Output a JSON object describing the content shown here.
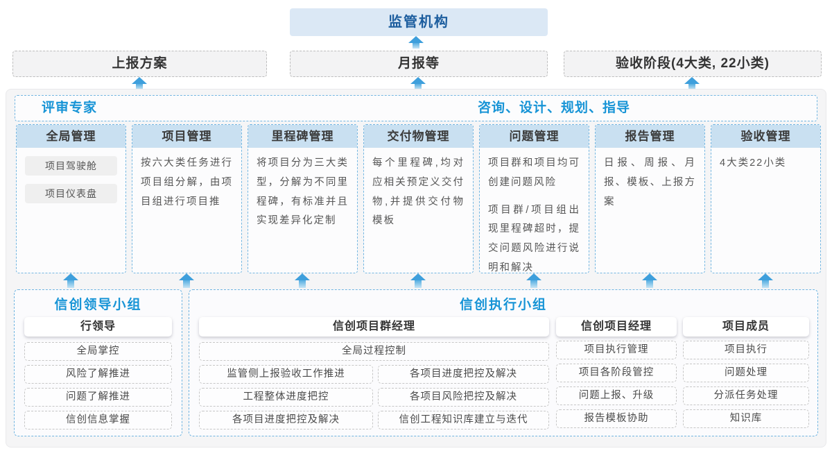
{
  "colors": {
    "accent_blue": "#1794d6",
    "dark_blue": "#1c5d9e",
    "top_box_bg": "#dbe8f5",
    "column_header_bg": "#c9e0f1",
    "arrow_blue": "#3e9fdc",
    "panel_bg": "#f5f5f6"
  },
  "top": {
    "regulator_label": "监管机构"
  },
  "report_row": {
    "box1": "上报方案",
    "box2": "月报等",
    "box3": "验收阶段(4大类, 22小类)"
  },
  "band": {
    "left_label": "评审专家",
    "right_label": "咨询、设计、规划、指导"
  },
  "columns": [
    {
      "title": "全局管理",
      "items": [
        "项目驾驶舱",
        "项目仪表盘"
      ]
    },
    {
      "title": "项目管理",
      "text": "按六大类任务进行项目组分解，由项目组进行项目推"
    },
    {
      "title": "里程碑管理",
      "text": "将项目分为三大类型，分解为不同里程碑，有标准并且实现差异化定制"
    },
    {
      "title": "交付物管理",
      "text": "每个里程碑,均对应相关预定义交付物,并提供交付物模板"
    },
    {
      "title": "问题管理",
      "paragraphs": [
        "项目群和项目均可创建问题风险",
        "项目群/项目组出现里程碑超时，提交问题风险进行说明和解决"
      ]
    },
    {
      "title": "报告管理",
      "text": "日报、周报、月报、模板、上报方案"
    },
    {
      "title": "验收管理",
      "text": "4大类22小类"
    }
  ],
  "leader_group": {
    "title": "信创领导小组",
    "role": "行领导",
    "items": [
      "全局掌控",
      "风险了解推进",
      "问题了解推进",
      "信创信息掌握"
    ]
  },
  "exec_group": {
    "title": "信创执行小组",
    "program_manager": {
      "role": "信创项目群经理",
      "row_full": "全局过程控制",
      "left_items": [
        "监管侧上报验收工作推进",
        "工程整体进度把控",
        "各项目进度把控及解决"
      ],
      "right_items": [
        "各项目进度把控及解决",
        "各项目风险把控及解决",
        "信创工程知识库建立与迭代"
      ]
    },
    "project_manager": {
      "role": "信创项目经理",
      "items": [
        "项目执行管理",
        "项目各阶段管控",
        "问题上报、升级",
        "报告模板协助"
      ]
    },
    "members": {
      "role": "项目成员",
      "items": [
        "项目执行",
        "问题处理",
        "分派任务处理",
        "知识库"
      ]
    }
  }
}
